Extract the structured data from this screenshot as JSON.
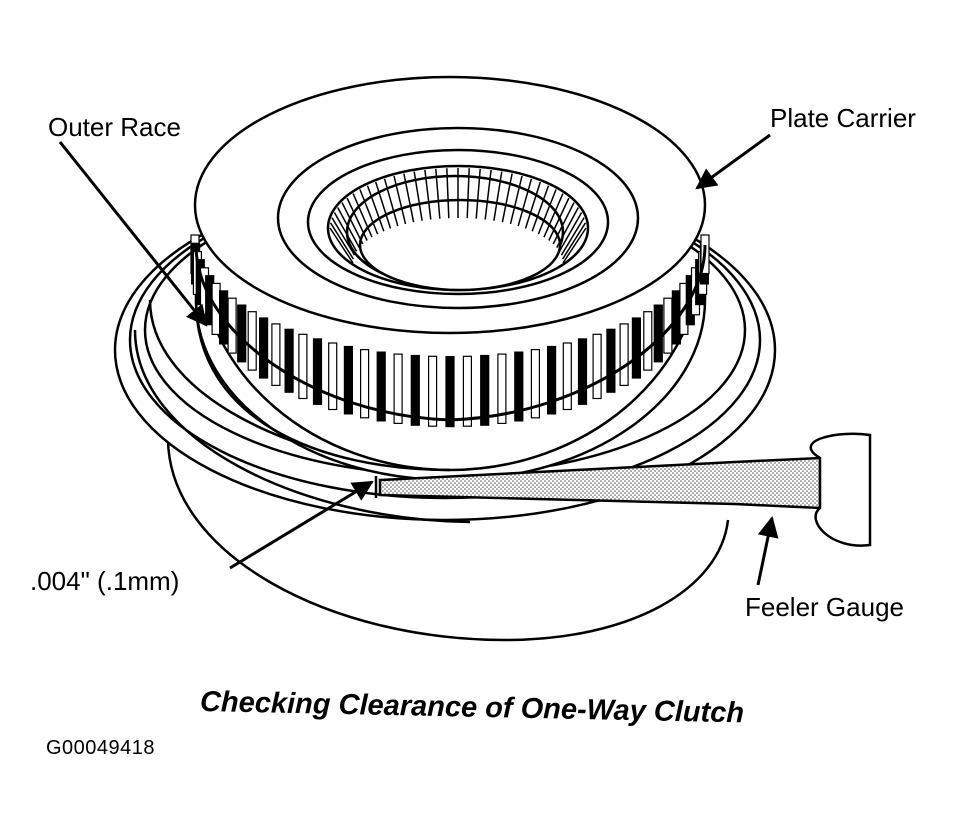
{
  "labels": {
    "outer_race": "Outer Race",
    "plate_carrier": "Plate Carrier",
    "clearance": ".004\" (.1mm)",
    "feeler_gauge": "Feeler Gauge"
  },
  "caption": "Checking Clearance of One-Way Clutch",
  "figure_id": "G00049418",
  "colors": {
    "ink": "#000000",
    "paper": "#ffffff",
    "gauge_stipple": "#7a7a7a"
  },
  "icons": [
    "arrow-icon"
  ]
}
